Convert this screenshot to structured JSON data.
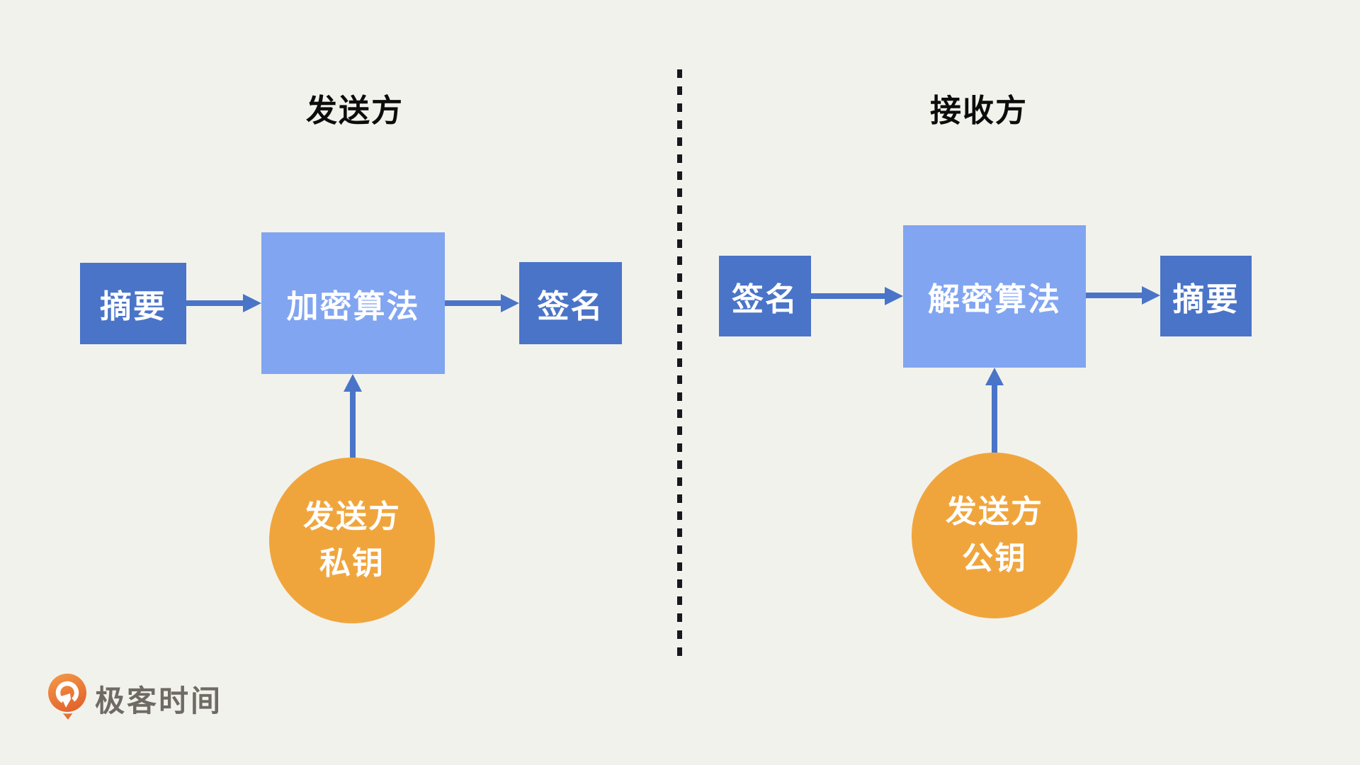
{
  "diagram": {
    "sender": {
      "title": "发送方",
      "digest_label": "摘要",
      "algorithm_label": "加密算法",
      "signature_label": "签名",
      "key_label_line1": "发送方",
      "key_label_line2": "私钥"
    },
    "receiver": {
      "title": "接收方",
      "signature_label": "签名",
      "algorithm_label": "解密算法",
      "digest_label": "摘要",
      "key_label_line1": "发送方",
      "key_label_line2": "公钥"
    }
  },
  "footer": {
    "brand_text": "极客时间",
    "brand_icon": "geektime-pin-logo"
  },
  "colors": {
    "background": "#F2F2EC",
    "box_dark_blue": "#4A74C8",
    "box_light_blue": "#81A5F1",
    "key_circle_orange": "#F0A53C",
    "arrow_blue": "#4A74C8",
    "divider_dark": "#17171F",
    "title_text": "#0C0C0C",
    "box_text": "#FFFFFF",
    "brand_text_gray": "#6F6A64",
    "logo_gradient_top": "#F49B48",
    "logo_gradient_bottom": "#E4662E"
  }
}
